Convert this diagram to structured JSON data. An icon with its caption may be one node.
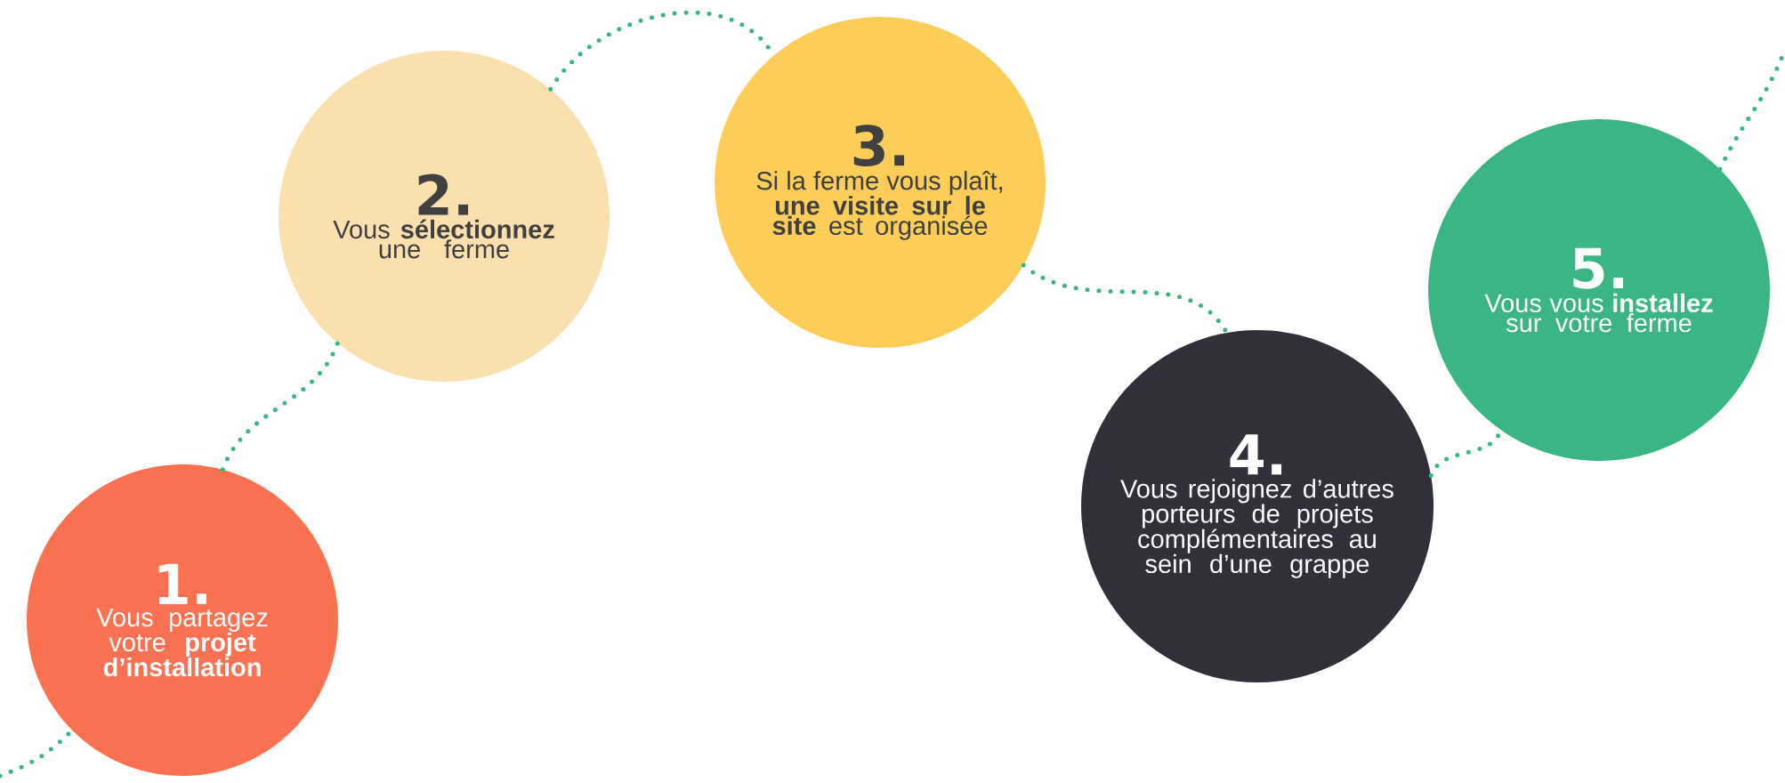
{
  "diagram": {
    "nodes": [
      {
        "text": [
          "1.",
          "Vous partagez votre **projet d’installation**"
        ]
      },
      {
        "text": [
          "2.",
          "Vous **sélectionnez** une ferme"
        ]
      },
      {
        "text": [
          "3.",
          "Si la ferme vous plaît, **une visite sur le site** est organisée"
        ]
      },
      {
        "text": [
          "4.",
          "Vous rejoignez d’autres porteurs de projets complémentaires au sein d’une grappe"
        ]
      },
      {
        "text": [
          "5.",
          "Vous vous **installez** sur votre ferme"
        ]
      }
    ],
    "edges": [
      {
        "from": null,
        "to": 0,
        "arrow": "none"
      },
      {
        "from": 0,
        "to": 1,
        "arrow": "none"
      },
      {
        "from": 1,
        "to": 2,
        "arrow": "none"
      },
      {
        "from": 2,
        "to": 3,
        "arrow": "none"
      },
      {
        "from": 3,
        "to": 4,
        "arrow": "none"
      },
      {
        "from": 4,
        "to": null,
        "arrow": "none"
      }
    ]
  }
}
